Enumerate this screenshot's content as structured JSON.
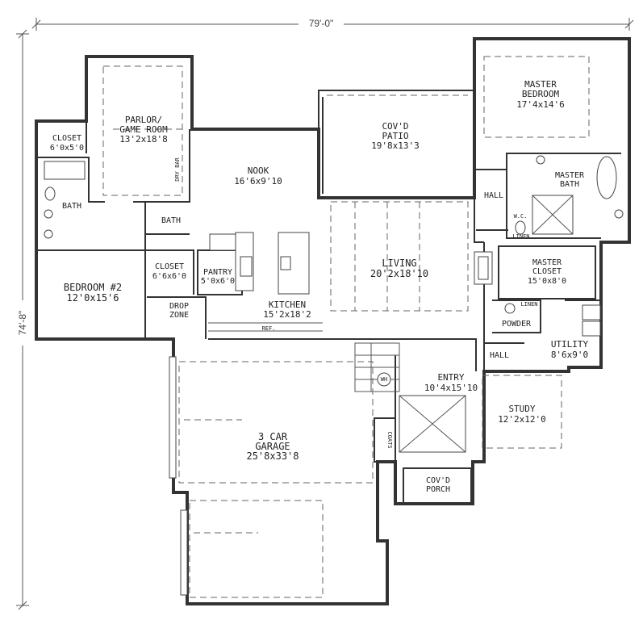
{
  "dimensions": {
    "width": "79'-0\"",
    "depth": "74'-8\""
  },
  "rooms": {
    "parlor": {
      "name1": "PARLOR/",
      "name2": "GAME ROOM",
      "size": "13'2x18'8"
    },
    "closet_top": {
      "name": "CLOSET",
      "size": "6'0x5'0"
    },
    "bath_left": {
      "name": "BATH"
    },
    "bath_small": {
      "name": "BATH"
    },
    "dry_bar": {
      "name": "DRY BAR"
    },
    "nook": {
      "name": "NOOK",
      "size": "16'6x9'10"
    },
    "patio": {
      "name1": "COV'D",
      "name2": "PATIO",
      "size": "19'8x13'3"
    },
    "master_bed": {
      "name1": "MASTER",
      "name2": "BEDROOM",
      "size": "17'4x14'6"
    },
    "master_bath": {
      "name1": "MASTER",
      "name2": "BATH"
    },
    "hall_upper": {
      "name": "HALL"
    },
    "wc": {
      "name": "W.C."
    },
    "living": {
      "name": "LIVING",
      "size": "20'2x18'10"
    },
    "master_closet": {
      "name1": "MASTER",
      "name2": "CLOSET",
      "size": "15'0x8'0"
    },
    "bedroom2": {
      "name": "BEDROOM #2",
      "size": "12'0x15'6"
    },
    "closet_mid": {
      "name": "CLOSET",
      "size": "6'6x6'0"
    },
    "pantry": {
      "name": "PANTRY",
      "size": "5'0x6'0"
    },
    "kitchen": {
      "name": "KITCHEN",
      "size": "15'2x18'2"
    },
    "drop_zone": {
      "name1": "DROP",
      "name2": "ZONE"
    },
    "powder": {
      "name": "POWDER"
    },
    "utility": {
      "name": "UTILITY",
      "size": "8'6x9'0"
    },
    "hall_lower": {
      "name": "HALL"
    },
    "entry": {
      "name": "ENTRY",
      "size": "10'4x15'10"
    },
    "study": {
      "name": "STUDY",
      "size": "12'2x12'0"
    },
    "coats": {
      "name": "COATS"
    },
    "garage": {
      "name1": "3 CAR",
      "name2": "GARAGE",
      "size": "25'8x33'8"
    },
    "porch": {
      "name1": "COV'D",
      "name2": "PORCH"
    }
  },
  "fixtures": {
    "ref": "REF.",
    "wh": "WH",
    "linen1": "LINEN",
    "linen2": "LINEN"
  }
}
